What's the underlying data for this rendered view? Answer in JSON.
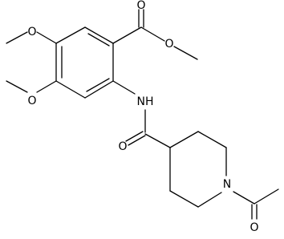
{
  "atom_labels": {
    "ester_carbonyl_o": "O",
    "ester_ether_o": "O",
    "methoxy_upper_o": "O",
    "methoxy_lower_o": "O",
    "amide_nh": "NH",
    "amide_carbonyl_o": "O",
    "piperidine_n": "N",
    "acetyl_o": "O"
  },
  "colors": {
    "bond": "#000000",
    "text": "#000000",
    "background": "#ffffff"
  }
}
